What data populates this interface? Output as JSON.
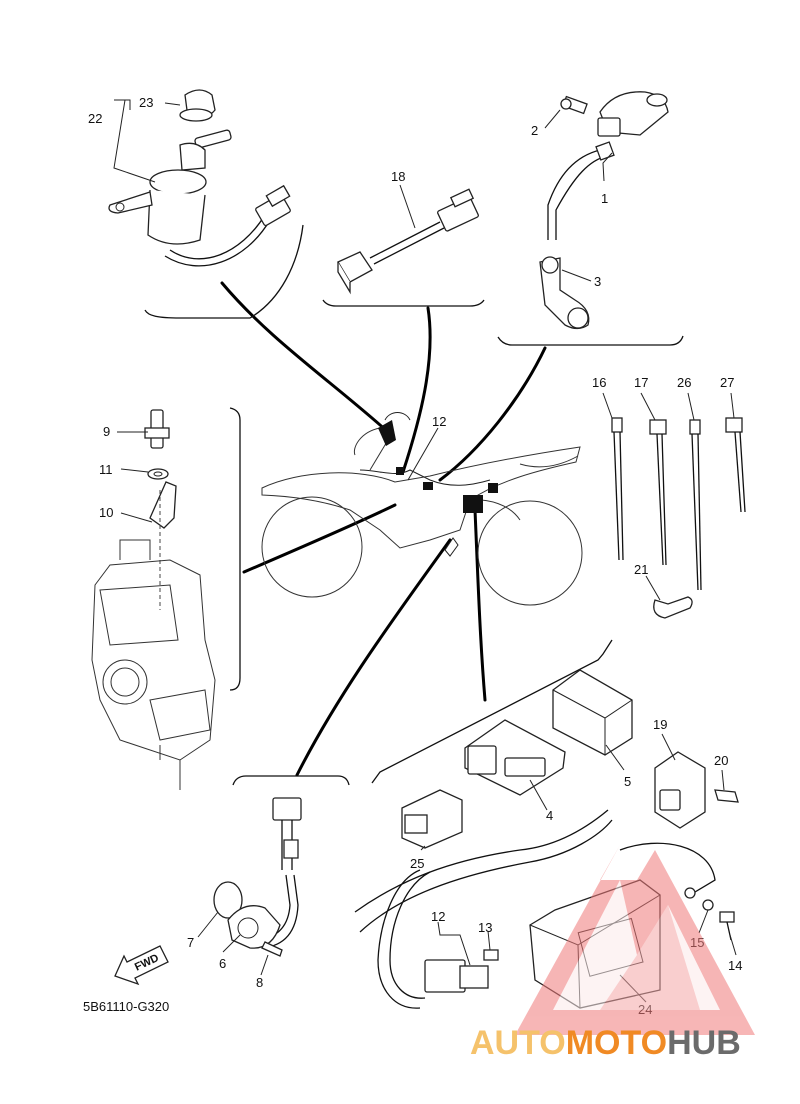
{
  "diagram_code": "5B61110-G320",
  "fwd_label": "FWD",
  "watermark": {
    "part1": "AUTO",
    "part2": "MOTO",
    "part3": "HUB",
    "color_light": "#f5c26b",
    "color_orange": "#f08a24",
    "color_gray": "#6b6b6b",
    "triangle_color": "#f07a7a"
  },
  "part_numbers": {
    "p1": "1",
    "p2": "2",
    "p3": "3",
    "p4": "4",
    "p5": "5",
    "p6": "6",
    "p7": "7",
    "p8": "8",
    "p9": "9",
    "p10": "10",
    "p11": "11",
    "p12a": "12",
    "p12b": "12",
    "p13": "13",
    "p14": "14",
    "p15": "15",
    "p16": "16",
    "p17": "17",
    "p18": "18",
    "p19": "19",
    "p20": "20",
    "p21": "21",
    "p22": "22",
    "p23": "23",
    "p24": "24",
    "p25": "25",
    "p26": "26",
    "p27": "27"
  }
}
